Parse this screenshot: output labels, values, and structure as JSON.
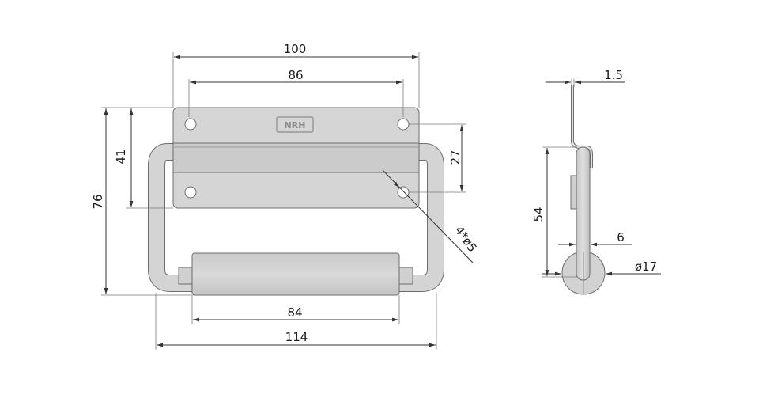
{
  "colors": {
    "part_fill": "#d2d2d2",
    "part_fill_dark": "#bdbdbd",
    "part_fill_light": "#e3e3e3",
    "part_edge": "#6d6d6d",
    "dimension_line": "#333333",
    "background": "#ffffff"
  },
  "front_view": {
    "logo": "NRH",
    "dimensions": {
      "overall_plate_width": "100",
      "hole_spacing_horizontal": "86",
      "plate_height": "41",
      "overall_height": "76",
      "hole_spacing_vertical": "27",
      "holes": "4*ø5",
      "grip_length": "84",
      "overall_width": "114"
    }
  },
  "side_view": {
    "dimensions": {
      "plate_thickness": "1.5",
      "handle_drop": "54",
      "rod_diameter": "6",
      "grip_diameter": "ø17"
    }
  }
}
